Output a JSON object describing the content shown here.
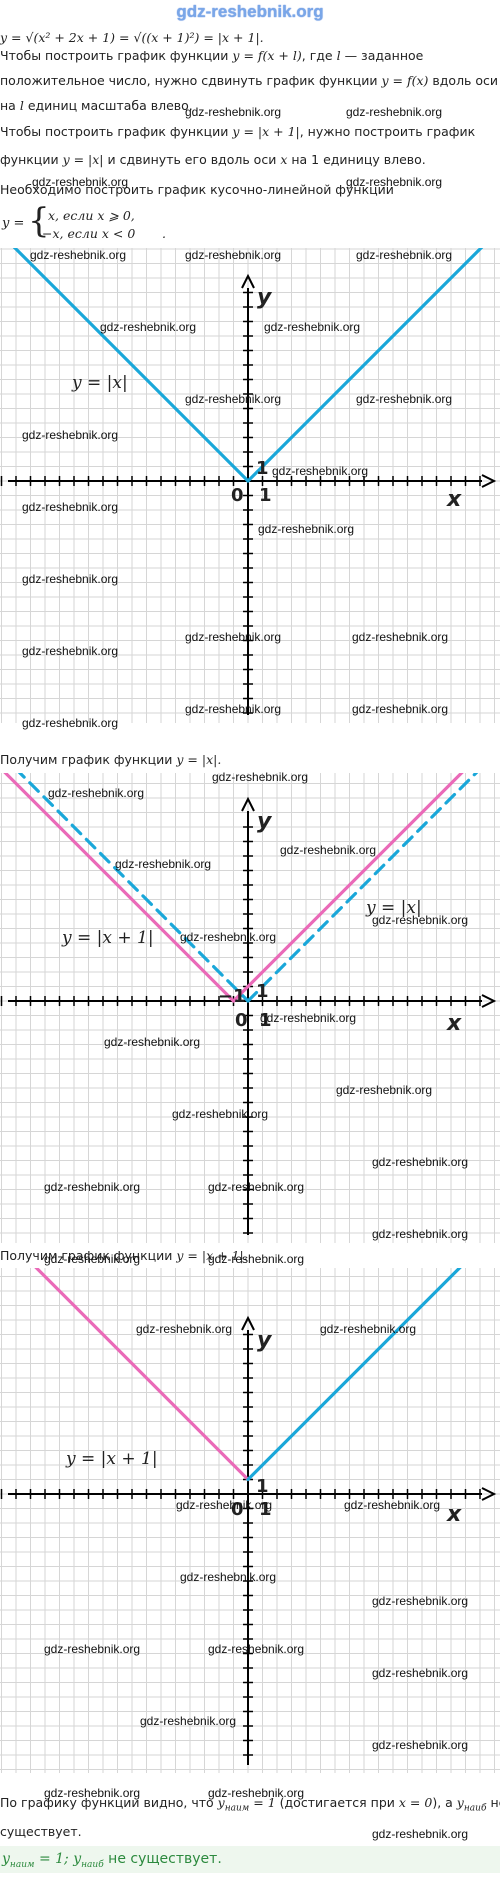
{
  "site": {
    "title": "gdz-reshebnik.org"
  },
  "watermark": "gdz-reshebnik.org",
  "intro": {
    "formula": "y = √(x² + 2x + 1) = √((x + 1)²) = |x + 1|.",
    "p1a": "Чтобы построить график функции",
    "p1b": "y = f(x + l)",
    "p1c": ", где",
    "p1d": "l",
    "p1e": "— заданное",
    "p2a": "положительное число, нужно сдвинуть график функции",
    "p2b": "y = f(x)",
    "p2c": "вдоль оси",
    "p2d": "x",
    "p3a": "на",
    "p3b": "l",
    "p3c": "единиц масштаба влево.",
    "p4a": "Чтобы построить график функции",
    "p4b": "y = |x + 1|",
    "p4c": ", нужно построить график",
    "p5a": "функции",
    "p5b": "y = |x|",
    "p5c": "и сдвинуть его вдоль оси",
    "p5d": "x",
    "p5e": "на 1 единицу влево.",
    "p6": "Необходимо построить график кусочно-линейной функции",
    "piece_y": "y =",
    "piece_1": "x,  если x ⩾ 0,",
    "piece_2": "−x,  если x < 0",
    "piece_end": "."
  },
  "graph1": {
    "label": "y = |x|",
    "axis_x": "x",
    "axis_y": "y",
    "origin": "0",
    "tick_x": "1",
    "tick_y": "1",
    "line_color": "#1aa7d9"
  },
  "caption1": {
    "text": "Получим график функции",
    "math": "y = |x|."
  },
  "graph2": {
    "label_main": "y = |x + 1|",
    "label_dashed": "y = |x|",
    "axis_x": "x",
    "axis_y": "y",
    "origin": "0",
    "tick_x": "1",
    "tick_y": "1",
    "tick_neg": "−1",
    "main_color": "#ea6ab8",
    "dashed_color": "#1aa7d9"
  },
  "caption2": {
    "text": "Получим график функции",
    "math": "y = |x + 1|."
  },
  "graph3": {
    "label": "y = |x + 1|",
    "axis_x": "x",
    "axis_y": "y",
    "origin": "0",
    "tick_x": "1",
    "tick_y": "1",
    "left_color": "#ea6ab8",
    "right_color": "#1aa7d9"
  },
  "conclusion": {
    "a": "По графику функции видно, что",
    "b": "y",
    "b_sub": "наим",
    "c": "= 1",
    "d": "(достигается при",
    "e": "x = 0",
    "f": "), а",
    "g": "y",
    "g_sub": "наиб",
    "h": "не",
    "i": "существует."
  },
  "answer": {
    "y1": "y",
    "y1_sub": "наим",
    "v1": "= 1;",
    "y2": "y",
    "y2_sub": "наиб",
    "rest": "не существует."
  }
}
